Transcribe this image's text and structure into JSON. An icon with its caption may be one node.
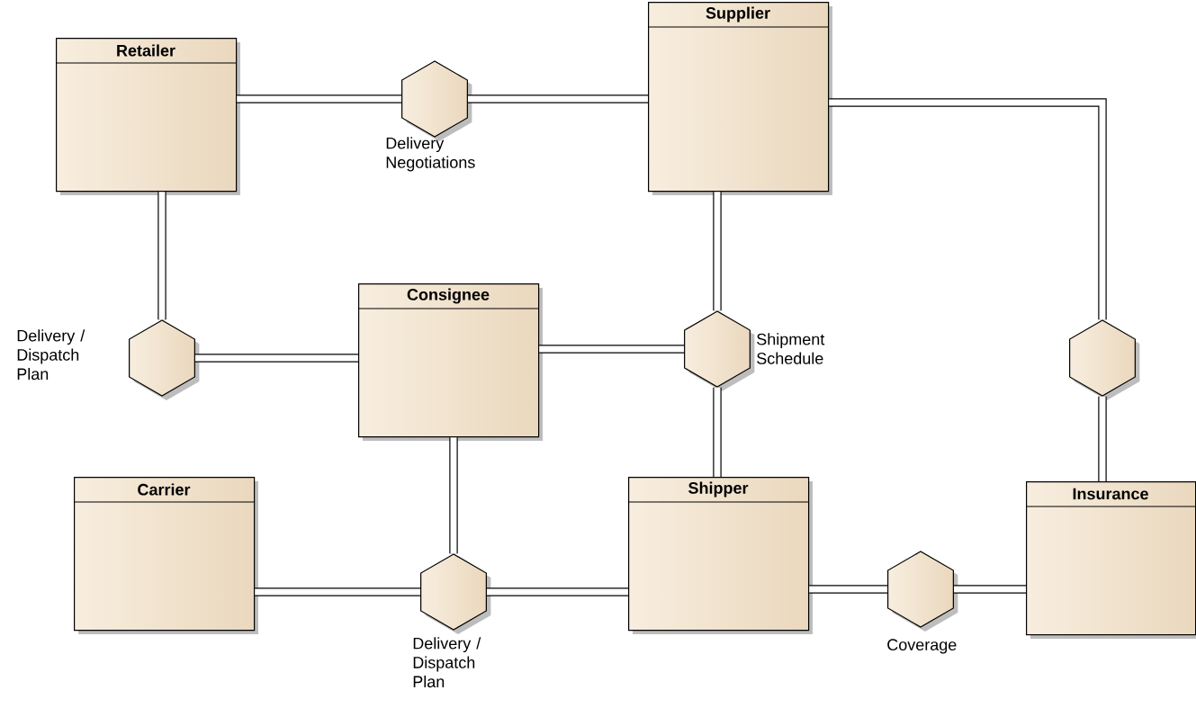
{
  "diagram": {
    "nodes": [
      {
        "text": [
          "Retailer"
        ]
      },
      {
        "text": [],
        "shape": "hexagon",
        "beside": [
          "Delivery Negotiations"
        ]
      },
      {
        "text": [
          "Supplier"
        ]
      },
      {
        "text": [],
        "shape": "hexagon",
        "beside": [
          "Delivery / Dispatch Plan"
        ]
      },
      {
        "text": [
          "Consignee"
        ]
      },
      {
        "text": [],
        "shape": "hexagon",
        "beside": [
          "Shipment Schedule"
        ]
      },
      {
        "text": [],
        "shape": "hexagon"
      },
      {
        "text": [
          "Carrier"
        ]
      },
      {
        "text": [],
        "shape": "hexagon",
        "beside": [
          "Delivery / Dispatch Plan"
        ]
      },
      {
        "text": [
          "Shipper"
        ]
      },
      {
        "text": [],
        "shape": "hexagon",
        "beside": [
          "Coverage"
        ]
      },
      {
        "text": [
          "Insurance"
        ]
      }
    ],
    "edges": [
      {
        "from": 0,
        "to": 1,
        "arrow": "none"
      },
      {
        "from": 1,
        "to": 2,
        "arrow": "none"
      },
      {
        "from": 0,
        "to": 3,
        "arrow": "none"
      },
      {
        "from": 3,
        "to": 4,
        "arrow": "none"
      },
      {
        "from": 2,
        "to": 5,
        "arrow": "none"
      },
      {
        "from": 4,
        "to": 5,
        "arrow": "none"
      },
      {
        "from": 5,
        "to": 9,
        "arrow": "none"
      },
      {
        "from": 2,
        "to": 6,
        "arrow": "none"
      },
      {
        "from": 6,
        "to": 11,
        "arrow": "none"
      },
      {
        "from": 4,
        "to": 8,
        "arrow": "none"
      },
      {
        "from": 7,
        "to": 8,
        "arrow": "none"
      },
      {
        "from": 8,
        "to": 9,
        "arrow": "none"
      },
      {
        "from": 9,
        "to": 10,
        "arrow": "none"
      },
      {
        "from": 10,
        "to": 11,
        "arrow": "none"
      }
    ]
  }
}
